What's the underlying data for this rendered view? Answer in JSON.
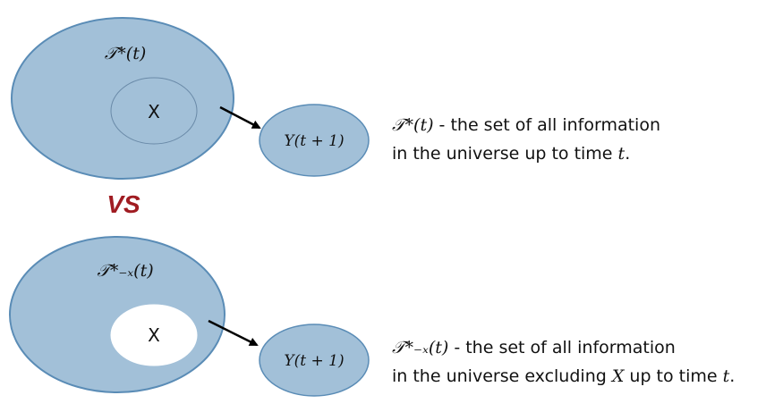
{
  "colors": {
    "ellipse_fill": "#a2c0d8",
    "ellipse_stroke": "#5a8cb6",
    "vs": "#a01c22",
    "arrow": "#000000"
  },
  "top": {
    "set_label": "𝒯*(t)",
    "inner_label": "X",
    "target_label": "Y(t + 1)",
    "desc_symbol": "𝒯*(t)",
    "desc_line1": " - the set of all information",
    "desc_line2_prefix": "in the universe up to time ",
    "desc_line2_var": "t",
    "desc_line2_suffix": "."
  },
  "vs_label": "VS",
  "bottom": {
    "set_label": "𝒯*₋ₓ(t)",
    "inner_label": "X",
    "target_label": "Y(t + 1)",
    "desc_symbol": "𝒯*₋ₓ(t)",
    "desc_line1": " - the set of all information",
    "desc_line2_prefix": "in the universe excluding ",
    "desc_line2_var1": "X",
    "desc_line2_middle": " up to time ",
    "desc_line2_var2": "t",
    "desc_line2_suffix": "."
  }
}
